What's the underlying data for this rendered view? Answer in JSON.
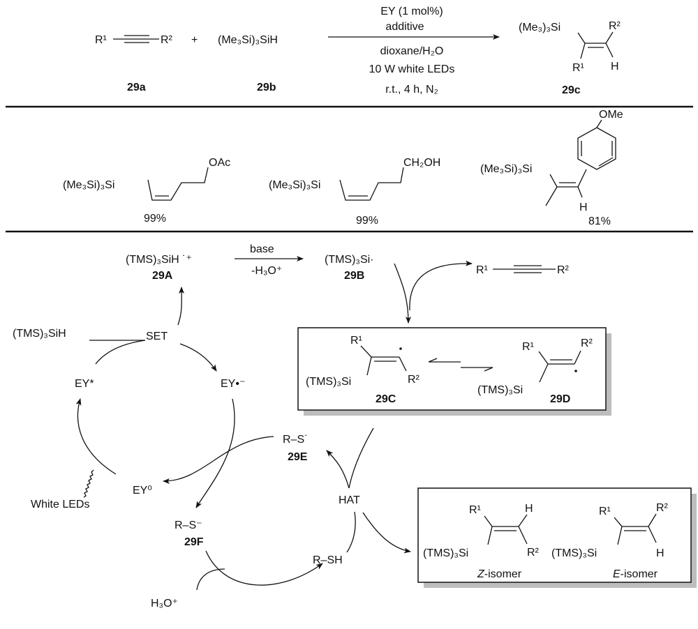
{
  "reaction": {
    "alkyne_r1": "R¹",
    "alkyne_r2": "R²",
    "plus": "+",
    "silane": "(Me₃Si)₃SiH",
    "conditions": [
      "EY (1 mol%)",
      "additive",
      "dioxane/H₂O",
      "10 W white LEDs",
      "r.t., 4 h, N₂"
    ],
    "product": {
      "si": "(Me₃)₃Si",
      "r1": "R¹",
      "r2": "R²",
      "h": "H"
    },
    "labels": {
      "a": "29a",
      "b": "29b",
      "c": "29c"
    }
  },
  "examples": [
    {
      "si": "(Me₃Si)₃Si",
      "group": "OAc",
      "yield": "99%"
    },
    {
      "si": "(Me₃Si)₃Si",
      "group": "CH₂OH",
      "yield": "99%"
    },
    {
      "si": "(Me₃Si)₃Si",
      "group": "OMe",
      "h": "H",
      "yield": "81%"
    }
  ],
  "mechanism": {
    "radical_cation": "(TMS)₃SiH ˙⁺",
    "label_A": "29A",
    "base": "base",
    "minus_h3o": "-H₃O⁺",
    "silyl_radical": "(TMS)₃Si·",
    "label_B": "29B",
    "alkyne_r1": "R¹",
    "alkyne_r2": "R²",
    "tms_silane": "(TMS)₃SiH",
    "set": "SET",
    "ey_star": "EY*",
    "ey_radical_anion": "EY•⁻",
    "ey_zero": "EY⁰",
    "white_leds": "White LEDs",
    "box1": {
      "c": {
        "r1": "R¹",
        "r2": "R²",
        "si": "(TMS)₃Si",
        "label": "29C"
      },
      "d": {
        "r1": "R¹",
        "r2": "R²",
        "si": "(TMS)₃Si",
        "label": "29D"
      }
    },
    "thiyl_radical": "R–S˙",
    "label_E": "29E",
    "hat": "HAT",
    "thiolate": "R–S⁻",
    "label_F": "29F",
    "thiol": "R–SH",
    "h3o": "H₃O⁺",
    "box2": {
      "z": {
        "r1": "R¹",
        "h": "H",
        "si": "(TMS)₃Si",
        "r2": "R²",
        "iso_letter": "Z",
        "iso_rest": "-isomer"
      },
      "e": {
        "r1": "R¹",
        "r2": "R²",
        "si": "(TMS)₃Si",
        "h": "H",
        "iso_letter": "E",
        "iso_rest": "-isomer"
      }
    }
  }
}
